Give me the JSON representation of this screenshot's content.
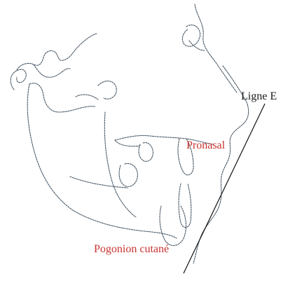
{
  "labels": {
    "e_line": "Ligne E",
    "pronasal": "Pronasal",
    "soft_pogonion": "Pogonion cutané"
  },
  "colors": {
    "landmark_label": "#c8322f",
    "line_label": "#1a1a1a",
    "tracing": "#4a5a68",
    "e_line": "#111111"
  }
}
